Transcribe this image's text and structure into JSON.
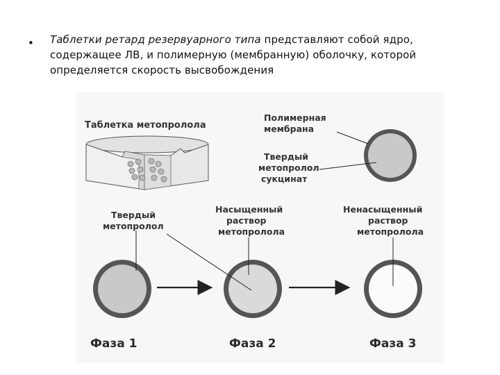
{
  "bullet": {
    "marker": "•",
    "italic_part": "Таблетки ретард резервуарного типа",
    "rest": " представляют собой ядро, содержащее ЛВ, и полимерную (мембранную) оболочку, которой определяется скорость высвобождения"
  },
  "figure": {
    "tablet_title": "Таблетка метопролола",
    "membrane_label": [
      "Полимерная",
      "мембрана"
    ],
    "solid_succinate_label": [
      "Твердый",
      "метопролол",
      "сукцинат"
    ],
    "solid_label": [
      "Твердый",
      "метопролол"
    ],
    "saturated_label": [
      "Насыщенный",
      "раствор",
      "метопролола"
    ],
    "unsaturated_label": [
      "Ненасыщенный",
      "раствор",
      "метопролола"
    ],
    "phases": [
      "Фаза 1",
      "Фаза 2",
      "Фаза 3"
    ],
    "colors": {
      "membrane": "#555555",
      "solid_core": "#c9c9c9",
      "saturated_core": "#dadada",
      "unsaturated_core": "#fbfbfb",
      "tablet_body": "#eeeeee",
      "arrow": "#222222"
    }
  }
}
